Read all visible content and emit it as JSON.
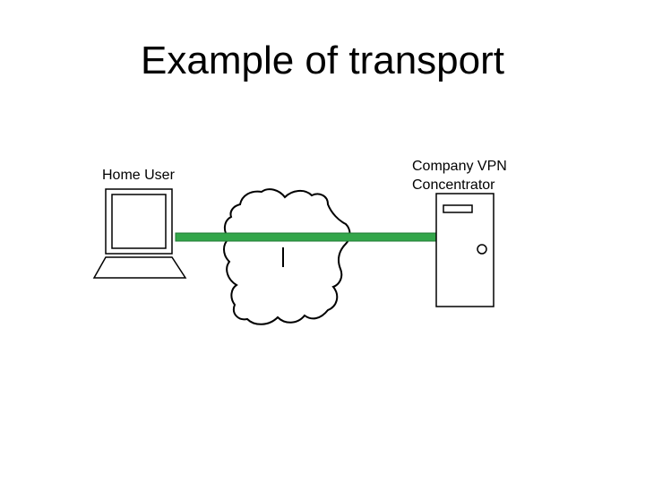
{
  "slide": {
    "title": "Example of transport"
  },
  "diagram": {
    "home_user_label": "Home User",
    "vpn_label_line1": "Company VPN",
    "vpn_label_line2": "Concentrator",
    "tunnel_color": "#33a64a",
    "cloud_marker": "I"
  }
}
